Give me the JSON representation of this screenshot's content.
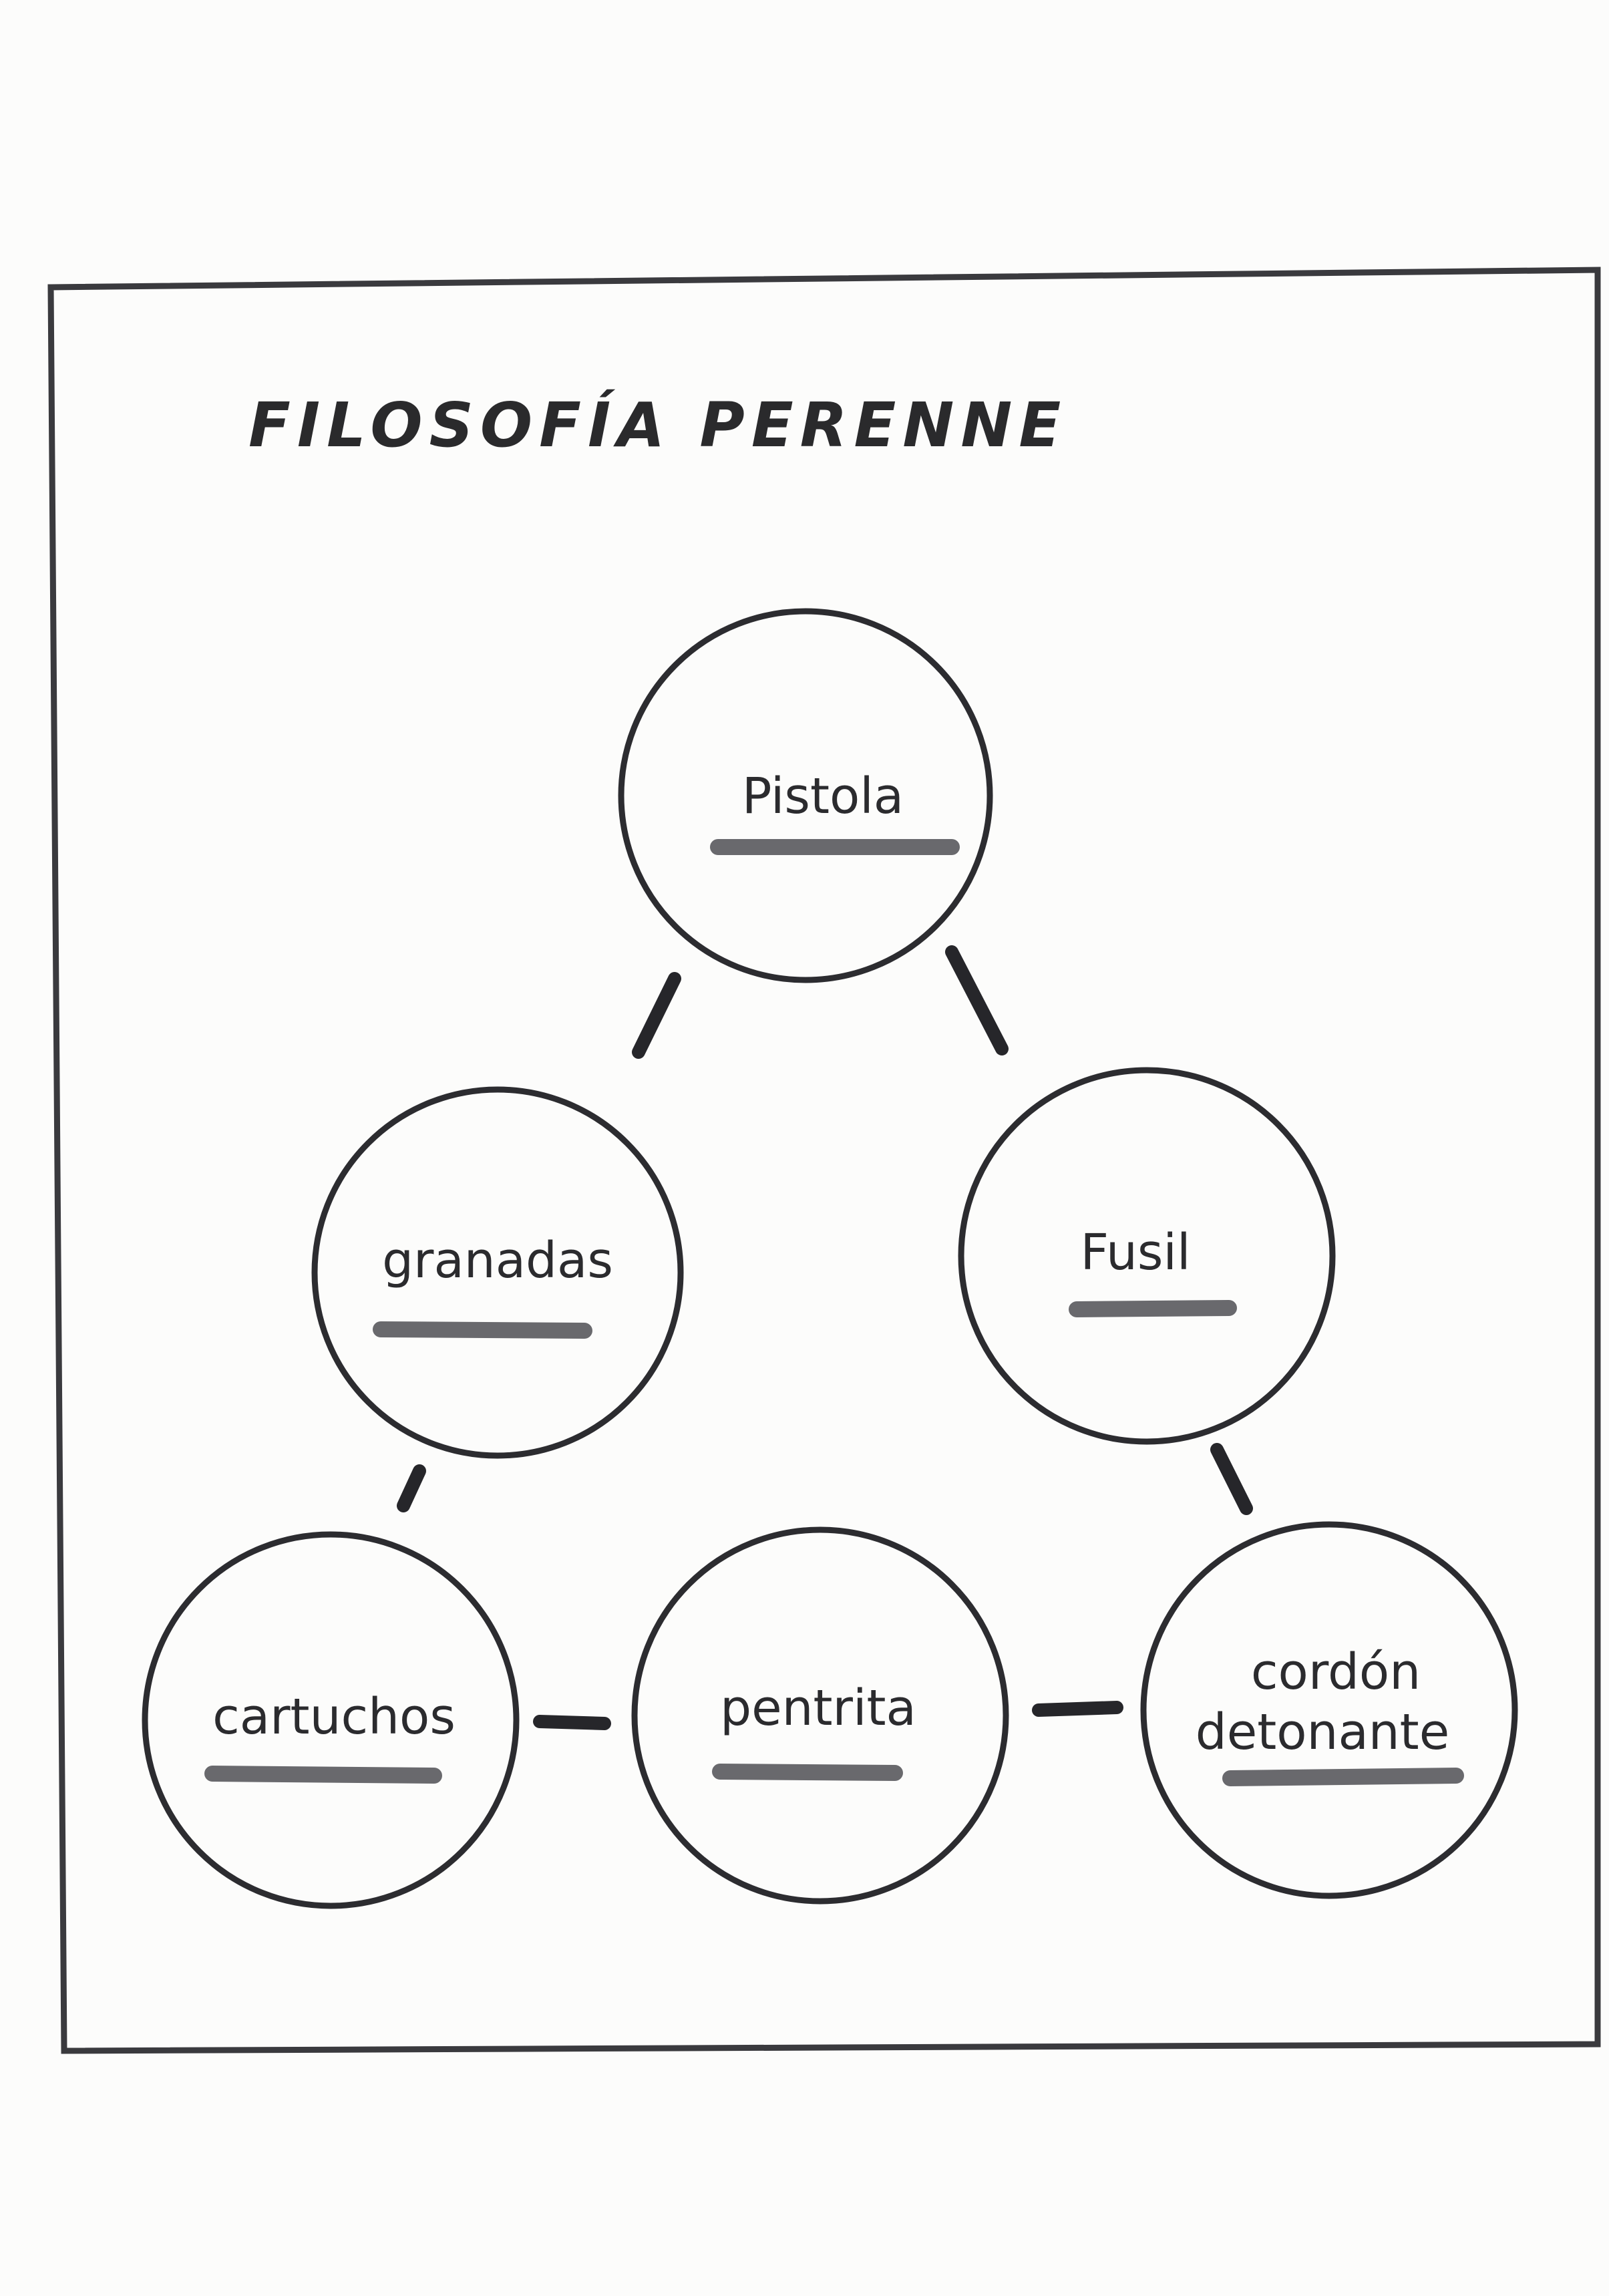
{
  "title": "FILOSOFÍA PERENNE",
  "nodes": {
    "pistola": {
      "label": "Pistola"
    },
    "granadas": {
      "label": "granadas"
    },
    "fusil": {
      "label": "Fusil"
    },
    "cartuchos": {
      "label": "cartuchos"
    },
    "pentrita": {
      "label": "pentrita"
    },
    "cordon": {
      "label_line1": "cordón",
      "label_line2": "detonante"
    }
  },
  "connections": [
    [
      "Pistola",
      "granadas"
    ],
    [
      "Pistola",
      "Fusil"
    ],
    [
      "granadas",
      "cartuchos"
    ],
    [
      "Fusil",
      "cordón detonante"
    ],
    [
      "cartuchos",
      "pentrita"
    ],
    [
      "pentrita",
      "cordón detonante"
    ]
  ]
}
